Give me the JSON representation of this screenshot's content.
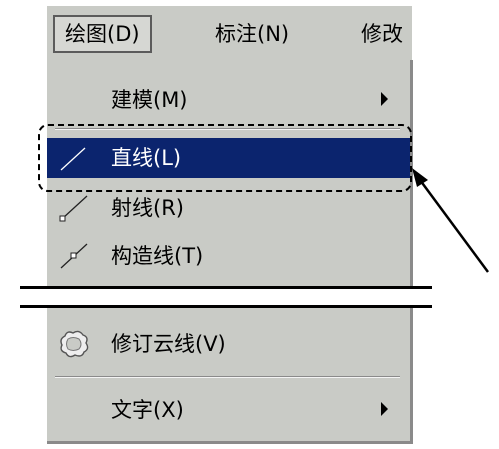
{
  "menubar": {
    "items": [
      {
        "label": "绘图(D)"
      },
      {
        "label": "标注(N)"
      },
      {
        "label": "修改"
      }
    ]
  },
  "menu": {
    "items": [
      {
        "label": "建模(M)",
        "icon": "none",
        "submenu": true
      },
      {
        "label": "直线(L)",
        "icon": "line-icon",
        "selected": true
      },
      {
        "label": "射线(R)",
        "icon": "ray-icon"
      },
      {
        "label": "构造线(T)",
        "icon": "construction-line-icon"
      },
      {
        "label": "修订云线(V)",
        "icon": "revcloud-icon"
      },
      {
        "label": "文字(X)",
        "icon": "none",
        "submenu": true
      }
    ]
  },
  "colors": {
    "menu_bg": "#c9cbc6",
    "selected_bg": "#0b246e",
    "selected_text": "#ffffff"
  }
}
